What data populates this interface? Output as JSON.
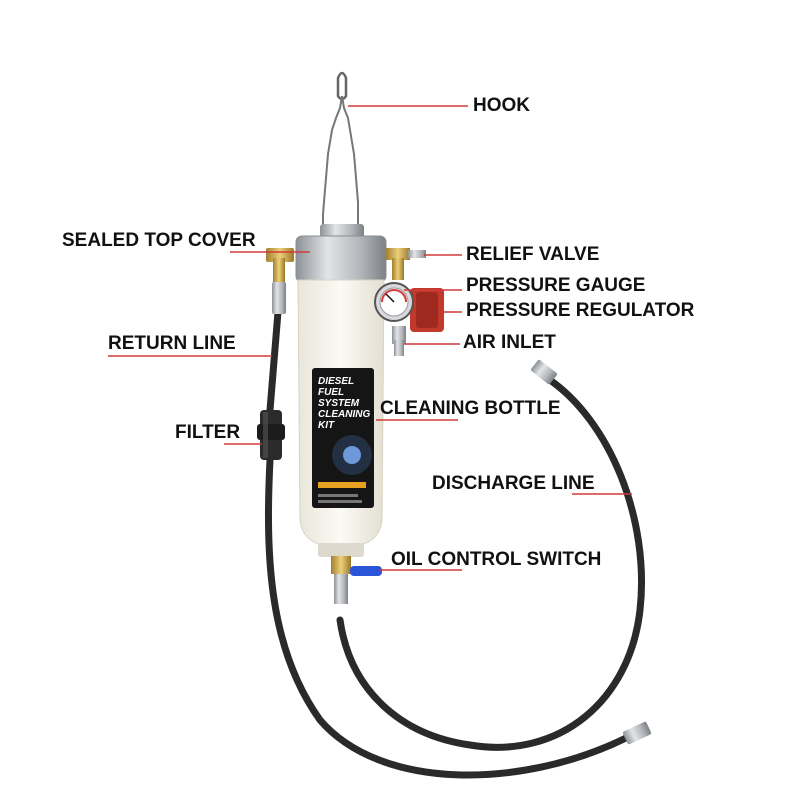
{
  "labels": {
    "hook": "HOOK",
    "sealed_top_cover": "SEALED TOP COVER",
    "relief_valve": "RELIEF VALVE",
    "pressure_gauge": "PRESSURE GAUGE",
    "pressure_regulator": "PRESSURE REGULATOR",
    "air_inlet": "AIR INLET",
    "return_line": "RETURN LINE",
    "cleaning_bottle": "CLEANING BOTTLE",
    "filter": "FILTER",
    "discharge_line": "DISCHARGE LINE",
    "oil_control_switch": "OIL CONTROL SWITCH"
  },
  "bottle_label": {
    "line1": "DIESEL",
    "line2": "FUEL",
    "line3": "SYSTEM",
    "line4": "CLEANING",
    "line5": "KIT"
  },
  "colors": {
    "leader_line": "#d23a3a",
    "hose": "#2a2a2a",
    "label_panel": "#151515",
    "label_accent": "#e8a020",
    "valve_handle": "#2a55d8",
    "brass": "#c9a24a",
    "metal": "#b9bcc0"
  }
}
